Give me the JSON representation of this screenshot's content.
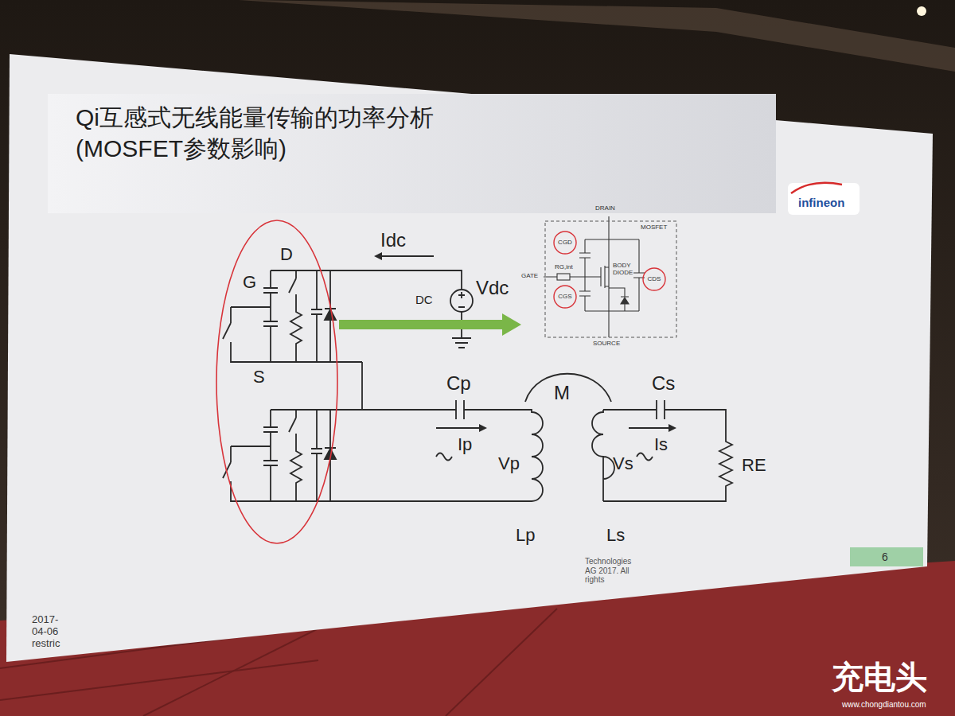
{
  "diagram": {
    "title": "Qi互感式无线能量传输的功率分析(MOSFET参数影响)",
    "nodes": [
      {
        "text": [
          "G",
          "D",
          "S"
        ]
      },
      {
        "text": [
          "DRAIN",
          "MOSFET",
          "GATE",
          "RG,int",
          "BODY DIODE",
          "SOURCE"
        ]
      },
      {
        "text": [
          "CGD"
        ],
        "in": 1
      },
      {
        "text": [
          "CGS"
        ],
        "in": 1
      },
      {
        "text": [
          "CDS"
        ],
        "in": 1
      }
    ],
    "edges": [
      {
        "from": 0,
        "to": 1,
        "arrow": "to"
      }
    ],
    "labels": [
      "infineon",
      "Idc",
      "DC",
      "Vdc",
      "Cp",
      "M",
      "Cs",
      "Ip",
      "Vp",
      "Vs",
      "Is",
      "RE",
      "Lp",
      "Ls",
      "6",
      "Technologies AG 2017. All rights",
      "2017- 04-06 restric",
      "充电头",
      "www.chongdiantou.com"
    ]
  }
}
